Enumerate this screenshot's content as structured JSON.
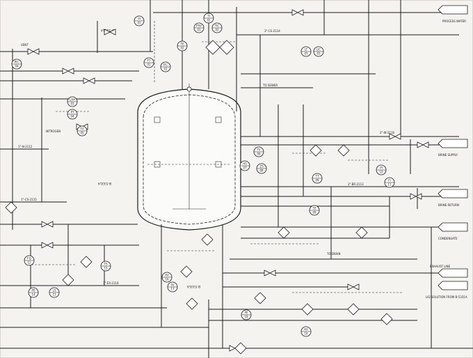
{
  "drawing": {
    "vessel_tag": "B-5331A",
    "agitator_tag": "B-5331A"
  },
  "offpage_right": [
    {
      "label": "PROCESS WATER"
    },
    {
      "label": "BRINE SUPPLY"
    },
    {
      "label": "BRINE RETURN"
    },
    {
      "label": "CONDENSATE"
    },
    {
      "label": "EXHAUST LINE"
    },
    {
      "label": "LIQ SOLUTION FROM B-5331A"
    }
  ],
  "line_labels": [
    {
      "text": "NITROGEN"
    },
    {
      "text": "VENT"
    },
    {
      "text": "TO SEWER"
    },
    {
      "text": "TO DRAIN"
    },
    {
      "text": "1\"-N-2112"
    },
    {
      "text": "3\"-CS-2114"
    },
    {
      "text": "2\"-W-2116"
    },
    {
      "text": "2\"-BR-2113"
    },
    {
      "text": "1\"-CS-2115"
    },
    {
      "text": "3\"-EX-2118"
    }
  ],
  "instruments": [
    {
      "id": "PI 01"
    },
    {
      "id": "PSV 01"
    },
    {
      "id": "FT 01"
    },
    {
      "id": "FIC 01"
    },
    {
      "id": "TE 02"
    },
    {
      "id": "TI 02"
    },
    {
      "id": "TIC 02"
    },
    {
      "id": "LT 03"
    },
    {
      "id": "LIC 03"
    },
    {
      "id": "LAH 03"
    },
    {
      "id": "PT 04"
    },
    {
      "id": "PIC 04"
    },
    {
      "id": "TV 05"
    },
    {
      "id": "FV 06"
    },
    {
      "id": "HS 07"
    },
    {
      "id": "ZS 08"
    },
    {
      "id": "TE 09"
    },
    {
      "id": "TT 09"
    },
    {
      "id": "PI 10"
    },
    {
      "id": "FI 11"
    },
    {
      "id": "FQ 12"
    },
    {
      "id": "LS 13"
    },
    {
      "id": "PS 14"
    },
    {
      "id": "TS 15"
    },
    {
      "id": "XV 16"
    },
    {
      "id": "SV 17"
    },
    {
      "id": "FE 18"
    },
    {
      "id": "HV 19"
    }
  ],
  "colors": {
    "paper": "#f4f3ef",
    "ink": "#1b1b1b"
  }
}
